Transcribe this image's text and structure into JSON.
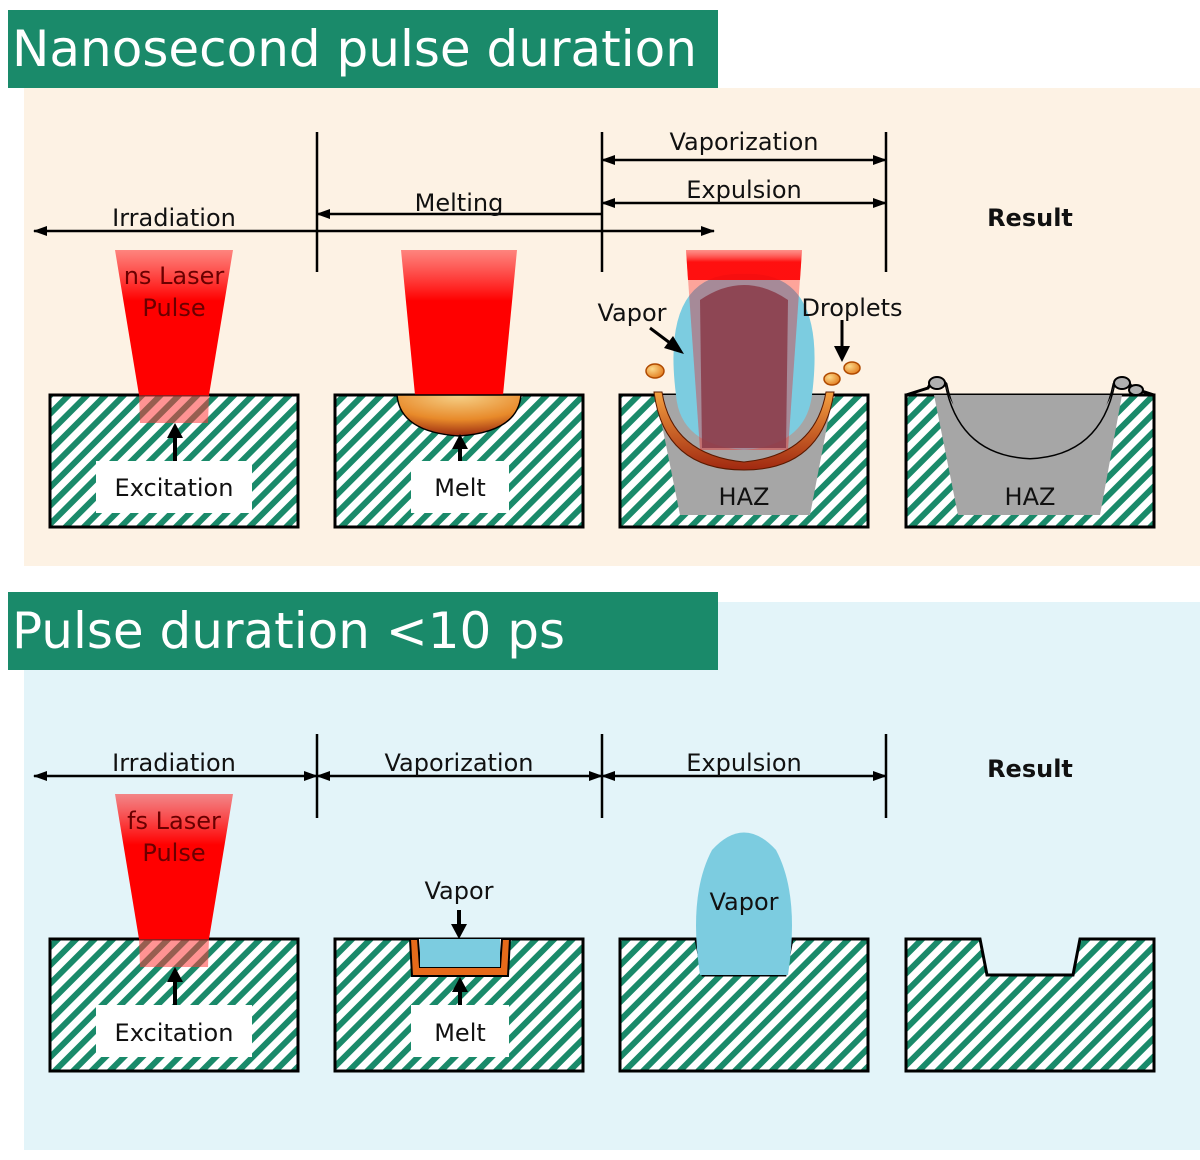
{
  "panels": {
    "top": {
      "title": "Nanosecond pulse duration",
      "timeline": {
        "irradiation": "Irradiation",
        "melting": "Melting",
        "vaporization": "Vaporization",
        "expulsion": "Expulsion",
        "result": "Result"
      },
      "laser": [
        "ns Laser",
        "Pulse"
      ],
      "excitation": "Excitation",
      "melt": "Melt",
      "vapor": "Vapor",
      "droplets": "Droplets",
      "haz_1": "HAZ",
      "haz_2": "HAZ"
    },
    "bottom": {
      "title": "Pulse duration <10 ps",
      "timeline": {
        "irradiation": "Irradiation",
        "vaporization": "Vaporization",
        "expulsion": "Expulsion",
        "result": "Result"
      },
      "laser": [
        "fs Laser",
        "Pulse"
      ],
      "excitation": "Excitation",
      "vapor_1": "Vapor",
      "melt": "Melt",
      "vapor_2": "Vapor"
    }
  },
  "colors": {
    "banner": "#1a8a6a",
    "top_background": "#fdf2e4",
    "bottom_background": "#e3f4f9",
    "hatch": "#1a8a6a",
    "laser": "#ff0000",
    "vapor": "#7ccce0",
    "haz": "#a6a6a6",
    "melt": "#e66a1a"
  }
}
